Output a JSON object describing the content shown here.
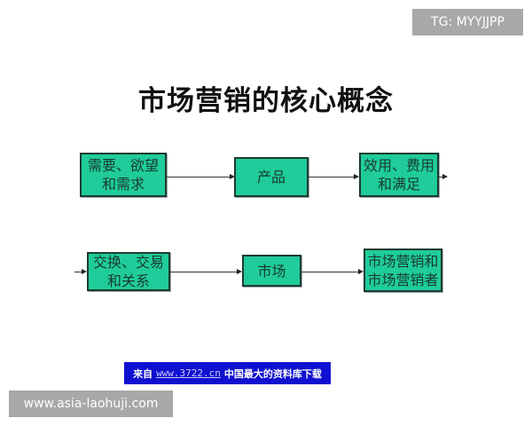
{
  "watermark_top": "TG: MYYJJPP",
  "watermark_bottom": "www.asia-laohuji.com",
  "title": "市场营销的核心概念",
  "row1": [
    {
      "line1": "需要、欲望",
      "line2": "和需求"
    },
    {
      "line1": "产品",
      "line2": ""
    },
    {
      "line1": "效用、费用",
      "line2": "和满足"
    }
  ],
  "row2": [
    {
      "line1": "交换、交易",
      "line2": "和关系"
    },
    {
      "line1": "市场",
      "line2": ""
    },
    {
      "line1": "市场营销和",
      "line2": "市场营销者"
    }
  ],
  "banner": {
    "prefix": "来自",
    "link": "www.3722.cn",
    "suffix": "中国最大的资料库下载"
  },
  "colors": {
    "box_fill": "#1fcc9a",
    "banner_bg": "#1010d0",
    "badge_bg": "#a8a8a8"
  }
}
